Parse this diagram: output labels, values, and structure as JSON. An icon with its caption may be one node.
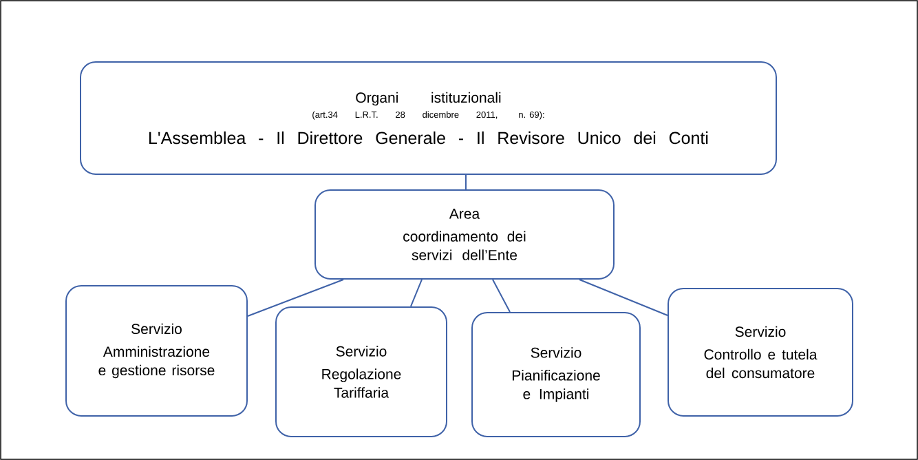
{
  "diagram": {
    "nodes": [
      {
        "text": [
          "Organi istituzionali",
          "(art.34 L.R.T. 28 dicembre 2011, n. 69):",
          "L'Assemblea - Il Direttore Generale  - Il Revisore Unico dei Conti"
        ]
      },
      {
        "text": [
          "Area",
          "coordinamento dei servizi dell’Ente"
        ]
      },
      {
        "text": [
          "Servizio",
          "Amministrazione e gestione risorse"
        ]
      },
      {
        "text": [
          "Servizio",
          "Regolazione Tariffaria"
        ]
      },
      {
        "text": [
          "Servizio",
          "Pianificazione e Impianti"
        ]
      },
      {
        "text": [
          "Servizio",
          "Controllo e tutela del consumatore"
        ]
      }
    ],
    "edges": [
      {
        "from": 0,
        "to": 1,
        "arrow": "none"
      },
      {
        "from": 1,
        "to": 2,
        "arrow": "none"
      },
      {
        "from": 1,
        "to": 3,
        "arrow": "none"
      },
      {
        "from": 1,
        "to": 4,
        "arrow": "none"
      },
      {
        "from": 1,
        "to": 5,
        "arrow": "none"
      }
    ]
  }
}
